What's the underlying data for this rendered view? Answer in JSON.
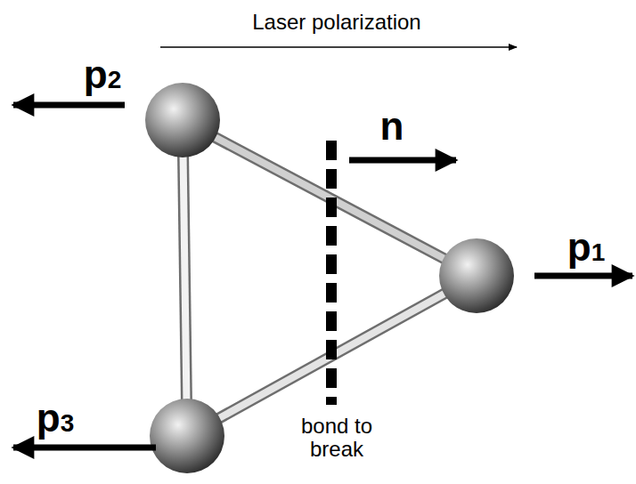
{
  "diagram": {
    "labels": [
      "Laser polarization",
      "p2",
      "n",
      "p1",
      "p3",
      "bond to break"
    ]
  }
}
